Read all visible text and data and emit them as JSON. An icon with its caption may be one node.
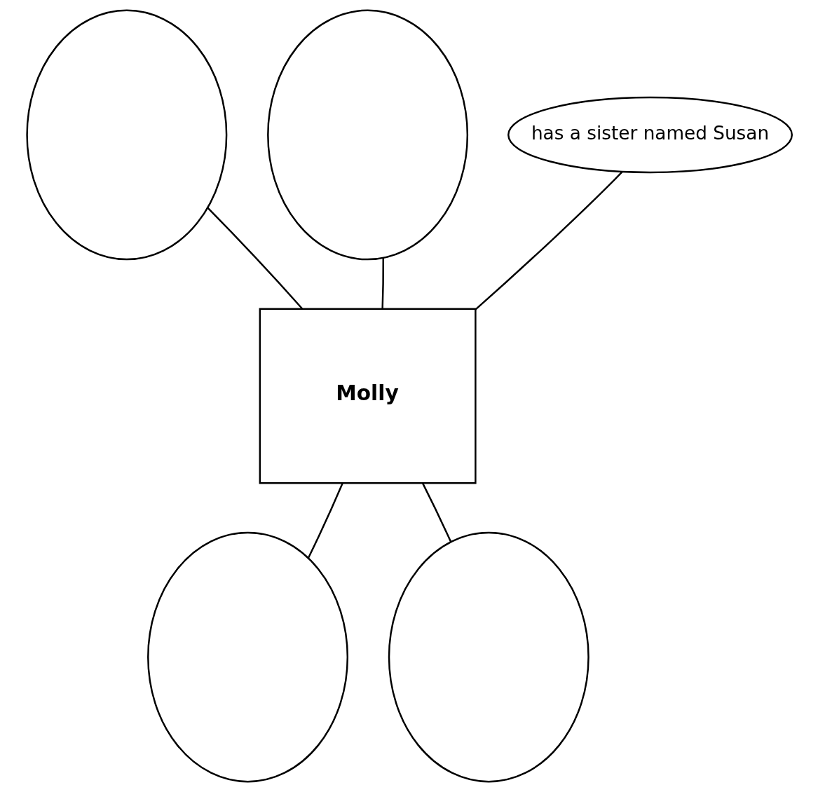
{
  "diagram": {
    "nodes": [
      {
        "text": [],
        "shape": "ellipse"
      },
      {
        "text": [],
        "shape": "ellipse"
      },
      {
        "text": [
          "has a sister named Susan"
        ]
      },
      {
        "text": [
          "Molly"
        ]
      },
      {
        "text": [],
        "shape": "ellipse"
      },
      {
        "text": [],
        "shape": "ellipse"
      }
    ],
    "edges": [
      {
        "from": 3,
        "to": 0,
        "arrow": "none"
      },
      {
        "from": 3,
        "to": 1,
        "arrow": "none"
      },
      {
        "from": 3,
        "to": 2,
        "arrow": "none"
      },
      {
        "from": 3,
        "to": 4,
        "arrow": "none"
      },
      {
        "from": 3,
        "to": 5,
        "arrow": "none"
      }
    ]
  }
}
